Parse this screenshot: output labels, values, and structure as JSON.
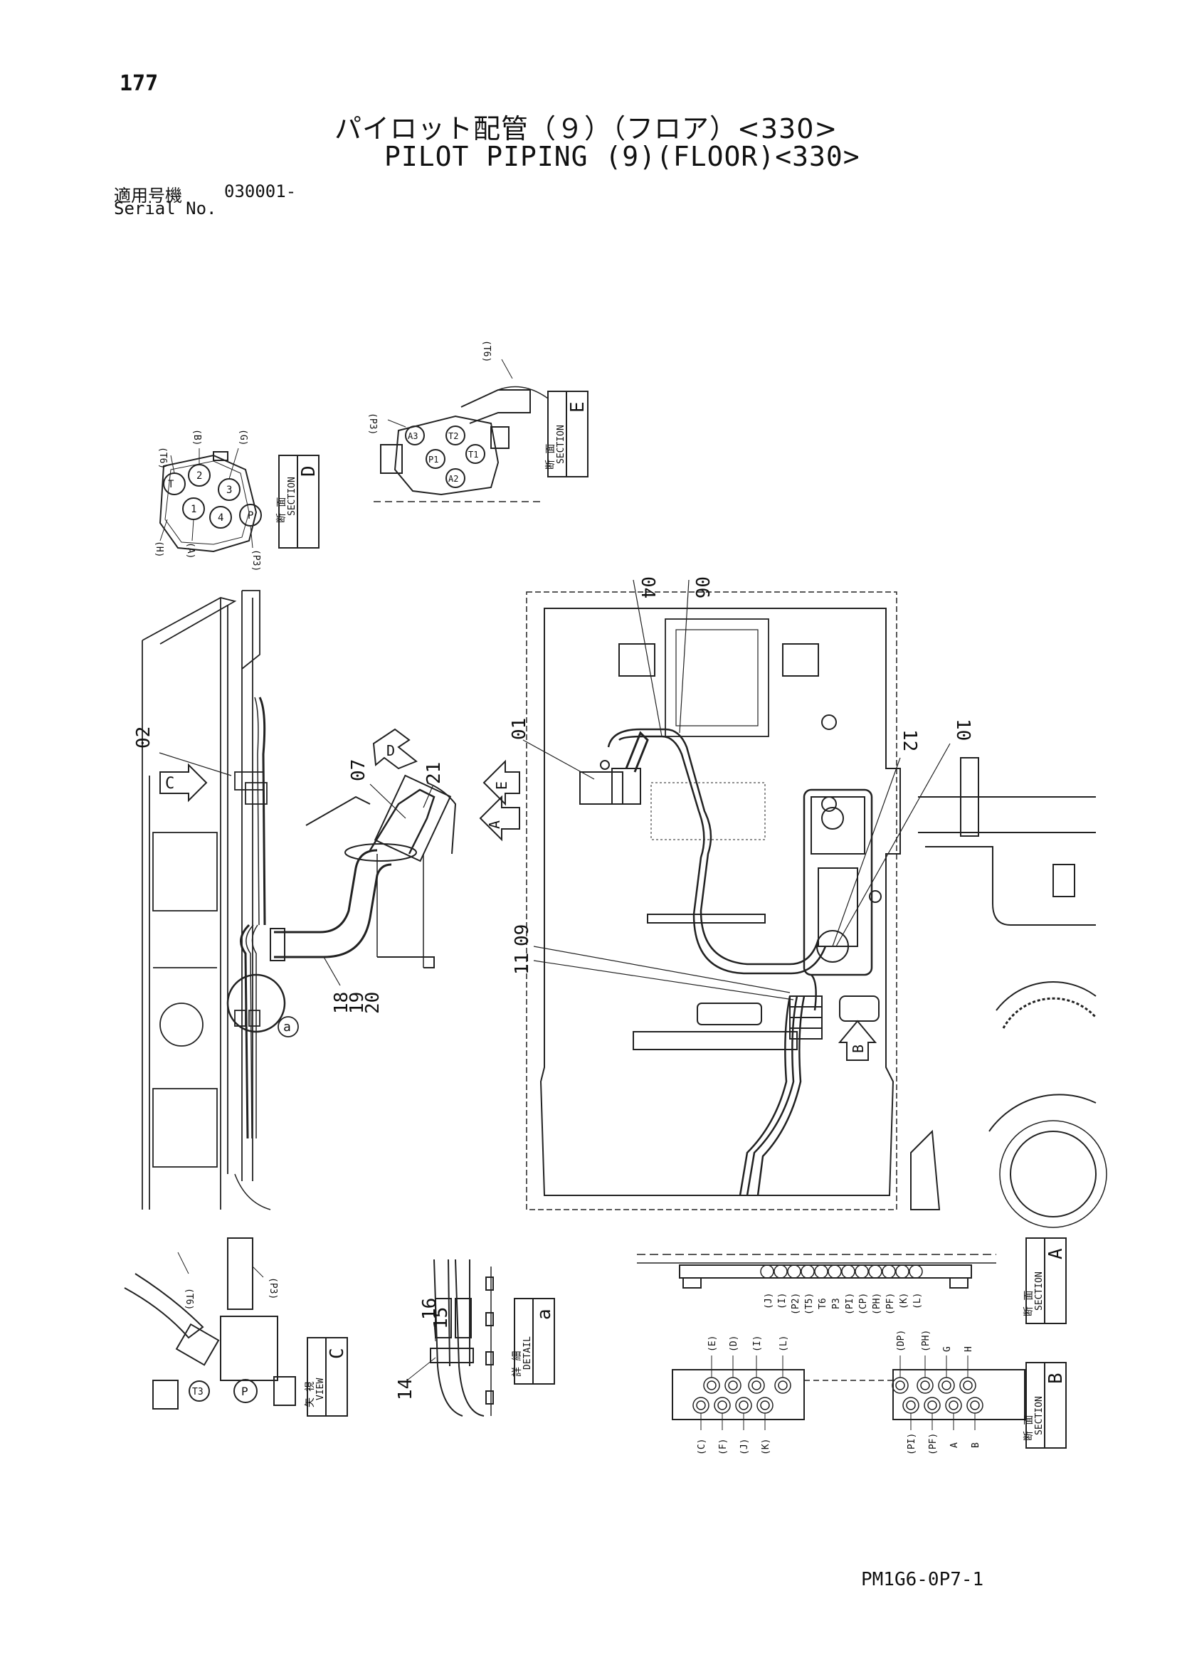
{
  "header": {
    "page_number": "177",
    "title_jp": "パイロット配管（９）（フロア）<330>",
    "title_en": "PILOT PIPING (9)(FLOOR)<330>",
    "serial_label_jp": "適用号機",
    "serial_value": "030001-",
    "serial_label_en": "Serial No."
  },
  "sections": {
    "section_d": {
      "jp": "断 面",
      "en": "SECTION",
      "letter": "D"
    },
    "section_e": {
      "jp": "断 面",
      "en": "SECTION",
      "letter": "E"
    },
    "section_a": {
      "jp": "断 面",
      "en": "SECTION",
      "letter": "A"
    },
    "section_b": {
      "jp": "断 面",
      "en": "SECTION",
      "letter": "B"
    },
    "view_c": {
      "jp": "矢 視",
      "en": "VIEW",
      "letter": "C"
    },
    "detail_a": {
      "jp": "詳 細",
      "en": "DETAIL",
      "letter": "a"
    }
  },
  "part_callouts": {
    "p01": "01",
    "p02": "02",
    "p04": "04",
    "p06": "06",
    "p07": "07",
    "p09": "09",
    "p10": "10",
    "p11": "11",
    "p12": "12",
    "p14": "14",
    "p15": "15",
    "p16": "16",
    "p18": "18",
    "p19": "19",
    "p20": "20",
    "p21": "21"
  },
  "view_arrows": {
    "a": "A",
    "b": "B",
    "c": "C",
    "d": "D",
    "e": "E",
    "detail": "a"
  },
  "port_labels": {
    "section_d": [
      "(T6)",
      "(B)",
      "(G)",
      "(H)",
      "(A)",
      "(P3)"
    ],
    "section_d_ports": [
      "T",
      "2",
      "3",
      "1",
      "4",
      "P"
    ],
    "section_e": [
      "(T6)",
      "(P3)"
    ],
    "section_e_ports": [
      "A3",
      "T2",
      "P1",
      "T1",
      "A2"
    ],
    "view_c": [
      "(T6)",
      "(P3)",
      "T3",
      "P"
    ],
    "section_a": [
      "(J)",
      "(I)",
      "(P2)",
      "(T5)",
      "T6",
      "P3",
      "(PI)",
      "(CP)",
      "(PH)",
      "(PF)",
      "(K)",
      "(L)"
    ],
    "section_b_top": [
      "(E)",
      "(D)",
      "(I)",
      "(L)",
      "(DP)",
      "(PH)",
      "G",
      "H"
    ],
    "section_b_bottom": [
      "(C)",
      "(F)",
      "(J)",
      "(K)",
      "(PI)",
      "(PF)",
      "A",
      "B"
    ]
  },
  "footer": {
    "doc_id": "PM1G6-0P7-1"
  }
}
